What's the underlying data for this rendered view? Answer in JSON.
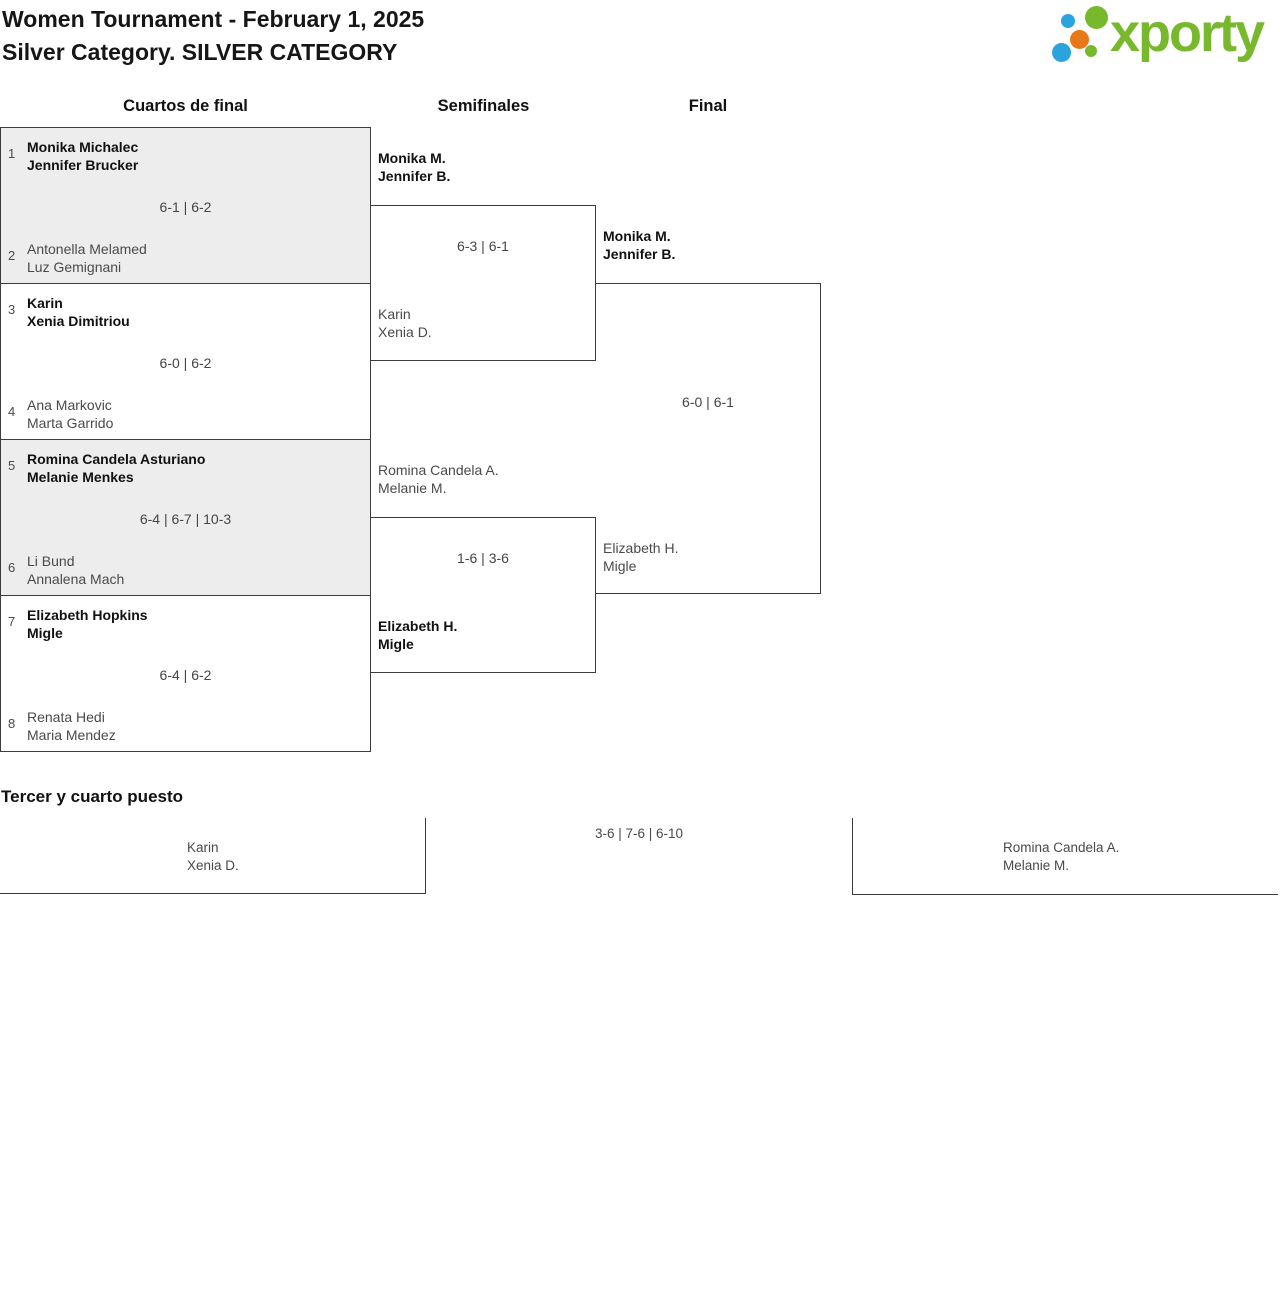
{
  "header": {
    "title_line1": "Women Tournament - February 1, 2025",
    "title_line2": "Silver Category. SILVER CATEGORY",
    "logo_text": "xporty"
  },
  "colors": {
    "brand_green": "#77b82d",
    "brand_blue": "#2ba4dd",
    "brand_orange": "#e87817",
    "shaded_match_bg": "#ededed",
    "border": "#3c3c3c",
    "winner_text": "#111111",
    "loser_text": "#4a4a4a"
  },
  "columns": {
    "quarterfinals": "Cuartos de final",
    "semifinals": "Semifinales",
    "final": "Final"
  },
  "bracket": {
    "quarterfinals": [
      {
        "seed_top": "1",
        "seed_bottom": "2",
        "top": [
          "Monika Michalec",
          "Jennifer Brucker"
        ],
        "bottom": [
          "Antonella Melamed",
          "Luz Gemignani"
        ],
        "score": "6-1 | 6-2",
        "top_winner": true,
        "bottom_winner": false
      },
      {
        "seed_top": "3",
        "seed_bottom": "4",
        "top": [
          "Karin",
          "Xenia Dimitriou"
        ],
        "bottom": [
          "Ana Markovic",
          "Marta Garrido"
        ],
        "score": "6-0 | 6-2",
        "top_winner": true,
        "bottom_winner": false
      },
      {
        "seed_top": "5",
        "seed_bottom": "6",
        "top": [
          "Romina Candela Asturiano",
          "Melanie Menkes"
        ],
        "bottom": [
          "Li Bund",
          "Annalena Mach"
        ],
        "score": "6-4 | 6-7 | 10-3",
        "top_winner": true,
        "bottom_winner": false
      },
      {
        "seed_top": "7",
        "seed_bottom": "8",
        "top": [
          "Elizabeth Hopkins",
          "Migle"
        ],
        "bottom": [
          "Renata Hedi",
          "Maria Mendez"
        ],
        "score": "6-4 | 6-2",
        "top_winner": true,
        "bottom_winner": false
      }
    ],
    "semifinals": [
      {
        "top": [
          "Monika M.",
          "Jennifer B."
        ],
        "bottom": [
          "Karin",
          "Xenia D."
        ],
        "score": "6-3 | 6-1",
        "top_winner": true,
        "bottom_winner": false
      },
      {
        "top": [
          "Romina Candela A.",
          "Melanie M."
        ],
        "bottom": [
          "Elizabeth H.",
          "Migle"
        ],
        "score": "1-6 | 3-6",
        "top_winner": false,
        "bottom_winner": true
      }
    ],
    "final": {
      "top": [
        "Monika M.",
        "Jennifer B."
      ],
      "bottom": [
        "Elizabeth H.",
        "Migle"
      ],
      "score": "6-0 | 6-1",
      "top_winner": true,
      "bottom_winner": false
    }
  },
  "third_place": {
    "heading": "Tercer y cuarto puesto",
    "team_left": [
      "Karin",
      "Xenia D."
    ],
    "team_right": [
      "Romina Candela A.",
      "Melanie M."
    ],
    "score": "3-6 | 7-6 | 6-10"
  }
}
